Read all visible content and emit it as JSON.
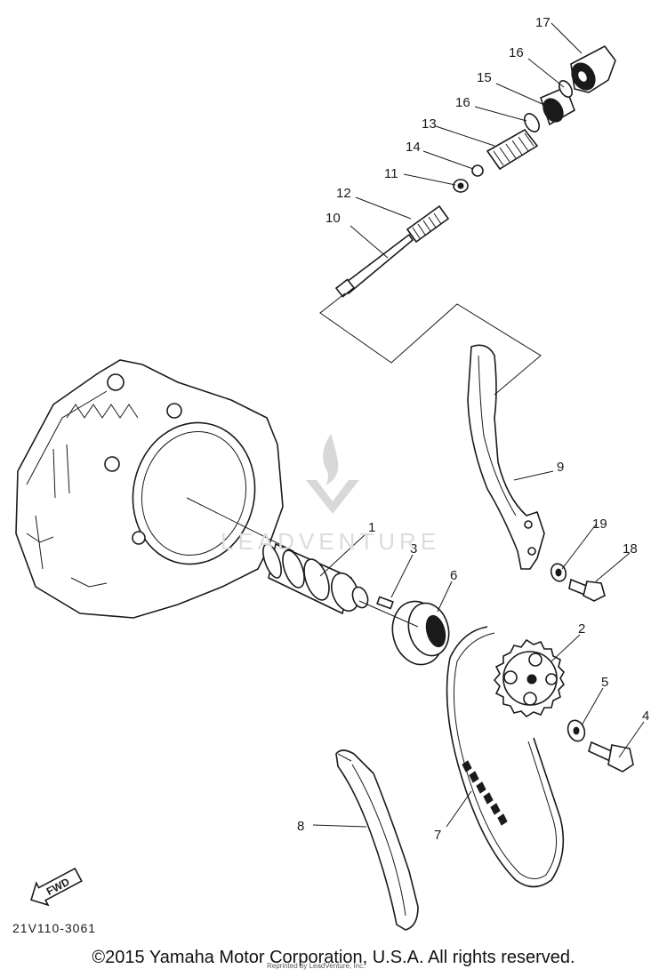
{
  "diagram": {
    "fwd_label": "FWD",
    "drawing_code": "21V110-3061",
    "copyright": "©2015 Yamaha Motor Corporation, U.S.A. All rights reserved.",
    "reprint_note": "Reprinted by LeadVenture, Inc.",
    "watermark_text": "LEADVENTURE",
    "callouts": [
      {
        "id": "1",
        "label": "1"
      },
      {
        "id": "2",
        "label": "2"
      },
      {
        "id": "3",
        "label": "3"
      },
      {
        "id": "4",
        "label": "4"
      },
      {
        "id": "5",
        "label": "5"
      },
      {
        "id": "6",
        "label": "6"
      },
      {
        "id": "7",
        "label": "7"
      },
      {
        "id": "8",
        "label": "8"
      },
      {
        "id": "9",
        "label": "9"
      },
      {
        "id": "10",
        "label": "10"
      },
      {
        "id": "11",
        "label": "11"
      },
      {
        "id": "12",
        "label": "12"
      },
      {
        "id": "13",
        "label": "13"
      },
      {
        "id": "14",
        "label": "14"
      },
      {
        "id": "15",
        "label": "15"
      },
      {
        "id": "16a",
        "label": "16"
      },
      {
        "id": "16b",
        "label": "16"
      },
      {
        "id": "17",
        "label": "17"
      },
      {
        "id": "18",
        "label": "18"
      },
      {
        "id": "19",
        "label": "19"
      }
    ]
  }
}
